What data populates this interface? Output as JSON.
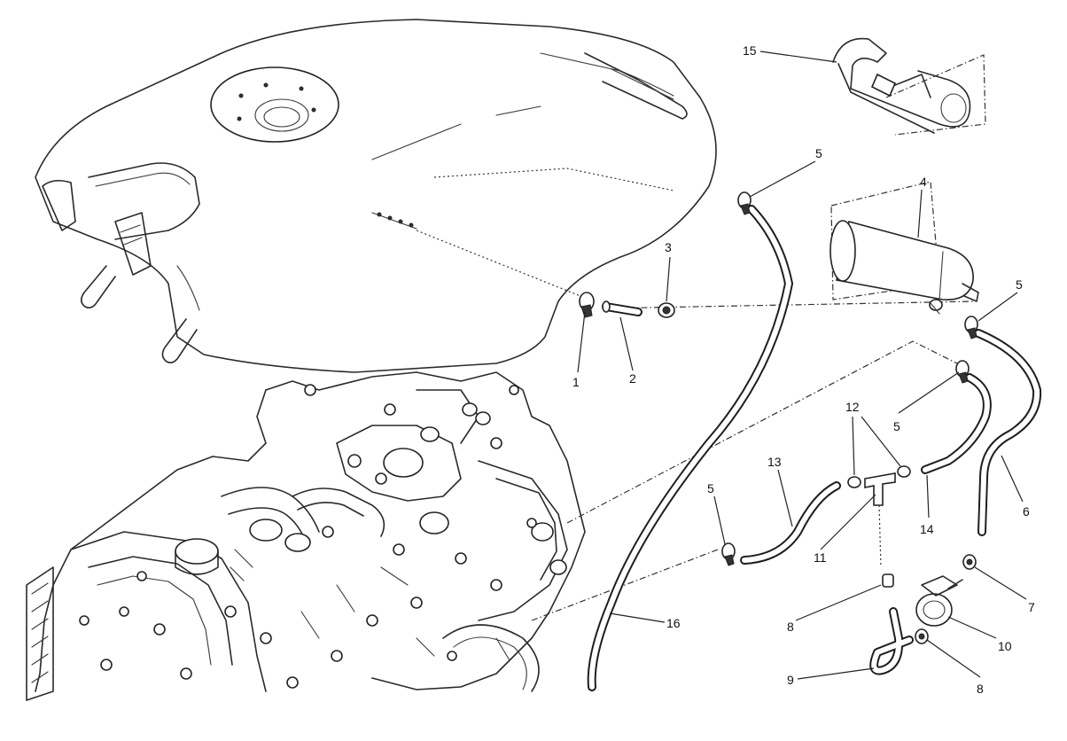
{
  "callouts": [
    {
      "id": "c1",
      "label": "1"
    },
    {
      "id": "c2",
      "label": "2"
    },
    {
      "id": "c3",
      "label": "3"
    },
    {
      "id": "c4",
      "label": "4"
    },
    {
      "id": "c5a",
      "label": "5"
    },
    {
      "id": "c5b",
      "label": "5"
    },
    {
      "id": "c5c",
      "label": "5"
    },
    {
      "id": "c5d",
      "label": "5"
    },
    {
      "id": "c6",
      "label": "6"
    },
    {
      "id": "c7",
      "label": "7"
    },
    {
      "id": "c8a",
      "label": "8"
    },
    {
      "id": "c8b",
      "label": "8"
    },
    {
      "id": "c9",
      "label": "9"
    },
    {
      "id": "c10",
      "label": "10"
    },
    {
      "id": "c11",
      "label": "11"
    },
    {
      "id": "c12",
      "label": "12"
    },
    {
      "id": "c13",
      "label": "13"
    },
    {
      "id": "c14",
      "label": "14"
    },
    {
      "id": "c15",
      "label": "15"
    },
    {
      "id": "c16",
      "label": "16"
    }
  ]
}
